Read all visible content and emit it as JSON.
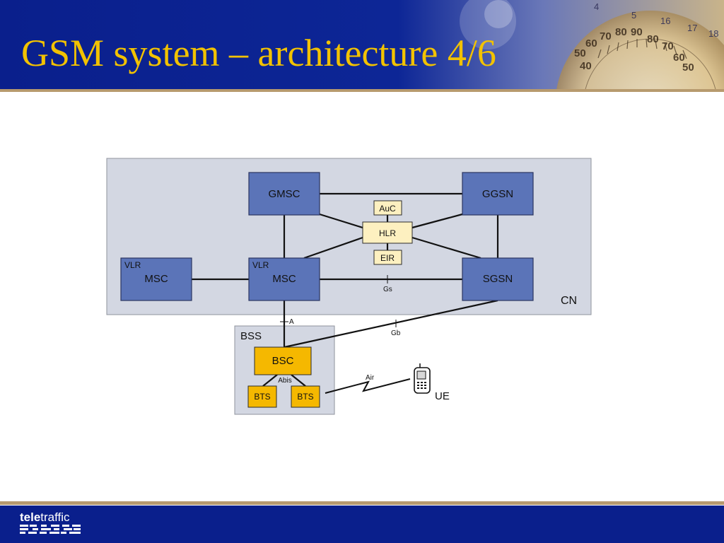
{
  "slide": {
    "title": "GSM system – architecture 4/6",
    "colors": {
      "header_bg": "#0a1f8c",
      "title_color": "#f2c200",
      "core_node_fill": "#5b74b8",
      "bss_node_fill": "#f5b800",
      "db_node_fill": "#fdf0c0",
      "cn_area_fill": "#d3d7e2"
    }
  },
  "diagram": {
    "areas": {
      "cn": "CN",
      "bss": "BSS"
    },
    "nodes": {
      "gmsc": "GMSC",
      "ggsn": "GGSN",
      "msc_left": "MSC",
      "msc_left_vlr": "VLR",
      "msc_center": "MSC",
      "msc_center_vlr": "VLR",
      "sgsn": "SGSN",
      "auc": "AuC",
      "hlr": "HLR",
      "eir": "EIR",
      "bsc": "BSC",
      "bts_left": "BTS",
      "bts_right": "BTS",
      "ue": "UE"
    },
    "interfaces": {
      "gs": "Gs",
      "a": "A",
      "gb": "Gb",
      "abis": "Abis",
      "air": "Air"
    }
  },
  "footer": {
    "logo_bold": "tele",
    "logo_regular": "traffic"
  }
}
